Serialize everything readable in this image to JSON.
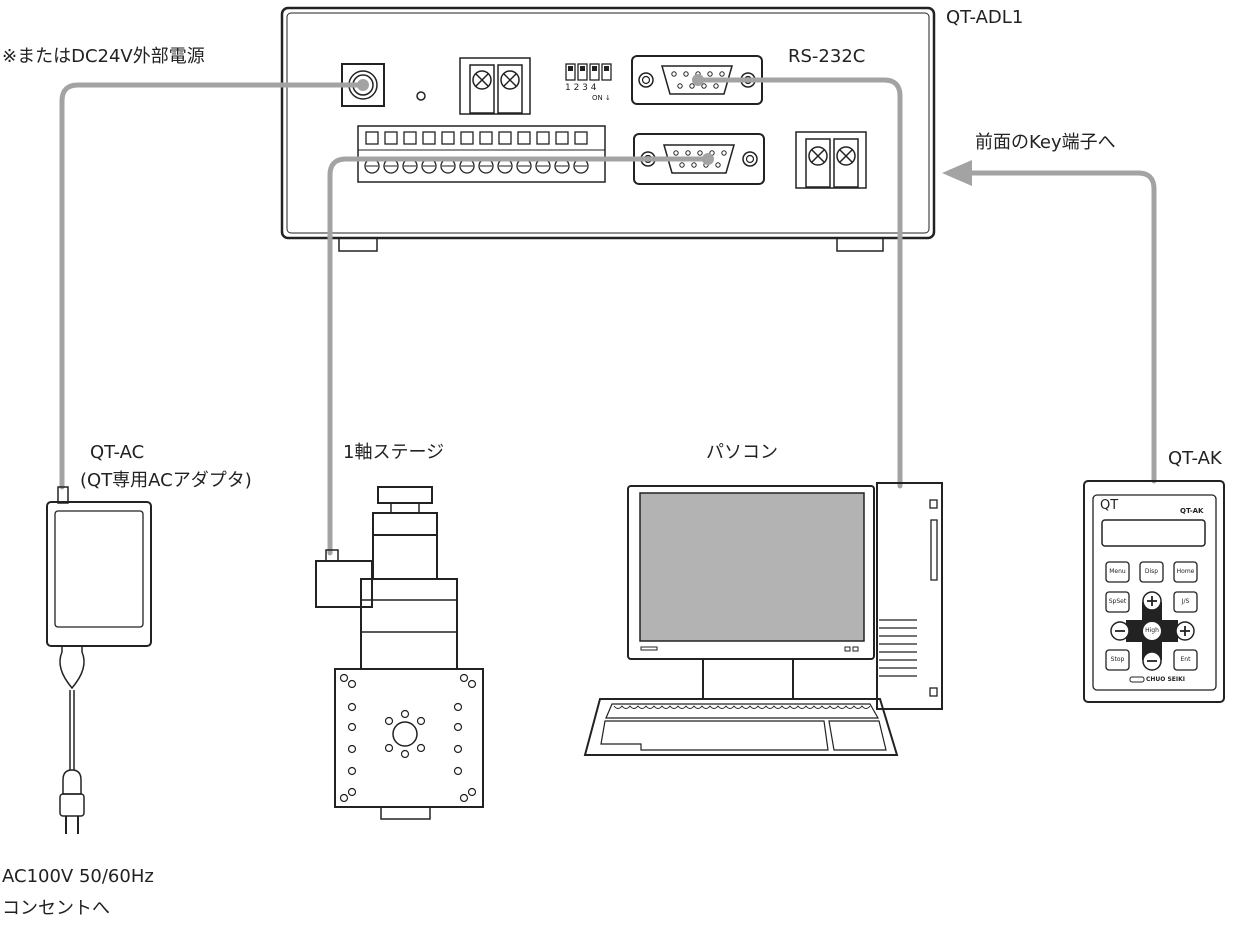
{
  "labels": {
    "controller": "QT-ADL1",
    "rs232c": "RS-232C",
    "dc_power": "※またはDC24V外部電源",
    "key_terminal": "前面のKey端子へ",
    "ac_adapter": "QT-AC",
    "ac_adapter_desc": "(QT専用ACアダプタ)",
    "stage": "1軸ステージ",
    "pc": "パソコン",
    "keypad": "QT-AK",
    "outlet_spec": "AC100V 50/60Hz",
    "outlet_dest": "コンセントへ"
  },
  "dip_switch": {
    "numbers": "1 2 3 4",
    "on_label": "ON ↓"
  },
  "keypad": {
    "logo": "QT",
    "model": "QT-AK",
    "keys": {
      "menu": "Menu",
      "disp": "Disp",
      "home": "Home",
      "spset": "SpSet",
      "js": "J/S",
      "high": "High",
      "stop": "Stop",
      "ent": "Ent"
    },
    "brand": "CHUO SEIKI"
  }
}
